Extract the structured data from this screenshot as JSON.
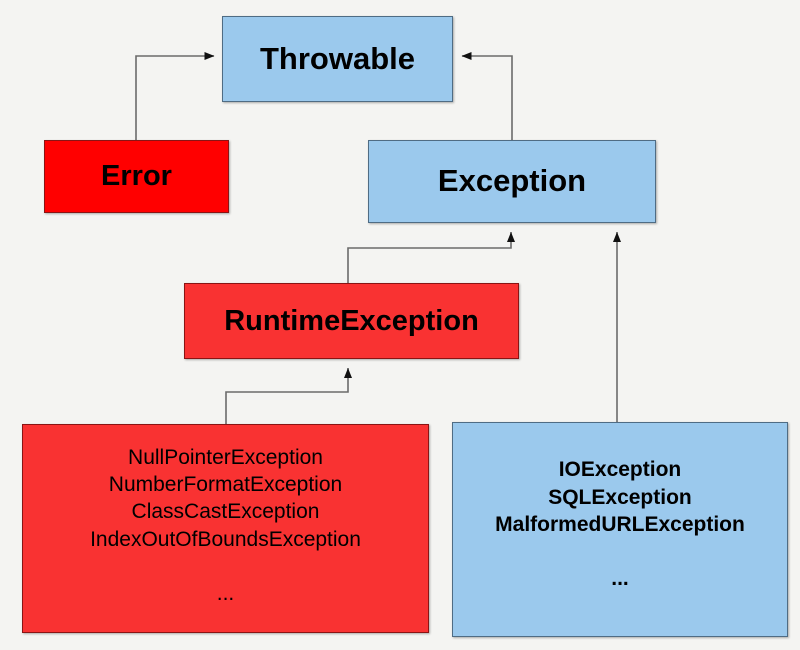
{
  "diagram": {
    "type": "class-hierarchy",
    "background_color": "#f4f4f2",
    "edge_color": "#6b6b6b",
    "nodes": [
      {
        "id": "throwable",
        "label": "Throwable",
        "fill": "#9bc9ed",
        "style": "blue"
      },
      {
        "id": "error",
        "label": "Error",
        "fill": "#ff0000",
        "style": "red-solid"
      },
      {
        "id": "exception",
        "label": "Exception",
        "fill": "#9bc9ed",
        "style": "blue"
      },
      {
        "id": "runtimeexception",
        "label": "RuntimeException",
        "fill": "#f93232",
        "style": "red-soft"
      },
      {
        "id": "unchecked",
        "label": "NullPointerException\nNumberFormatException\nClassCastException\nIndexOutOfBoundsException\n\n...",
        "items": [
          "NullPointerException",
          "NumberFormatException",
          "ClassCastException",
          "IndexOutOfBoundsException",
          "..."
        ],
        "fill": "#f93232",
        "style": "red-soft"
      },
      {
        "id": "checked",
        "label": "IOException\nSQLException\nMalformedURLException\n\n...",
        "items": [
          "IOException",
          "SQLException",
          "MalformedURLException",
          "..."
        ],
        "fill": "#9bc9ed",
        "style": "blue"
      }
    ],
    "edges": [
      {
        "from": "error",
        "to": "throwable",
        "arrow": "to-target"
      },
      {
        "from": "exception",
        "to": "throwable",
        "arrow": "to-target"
      },
      {
        "from": "runtimeexception",
        "to": "exception",
        "arrow": "to-target"
      },
      {
        "from": "unchecked",
        "to": "runtimeexception",
        "arrow": "to-target"
      },
      {
        "from": "checked",
        "to": "exception",
        "arrow": "to-target"
      }
    ]
  }
}
